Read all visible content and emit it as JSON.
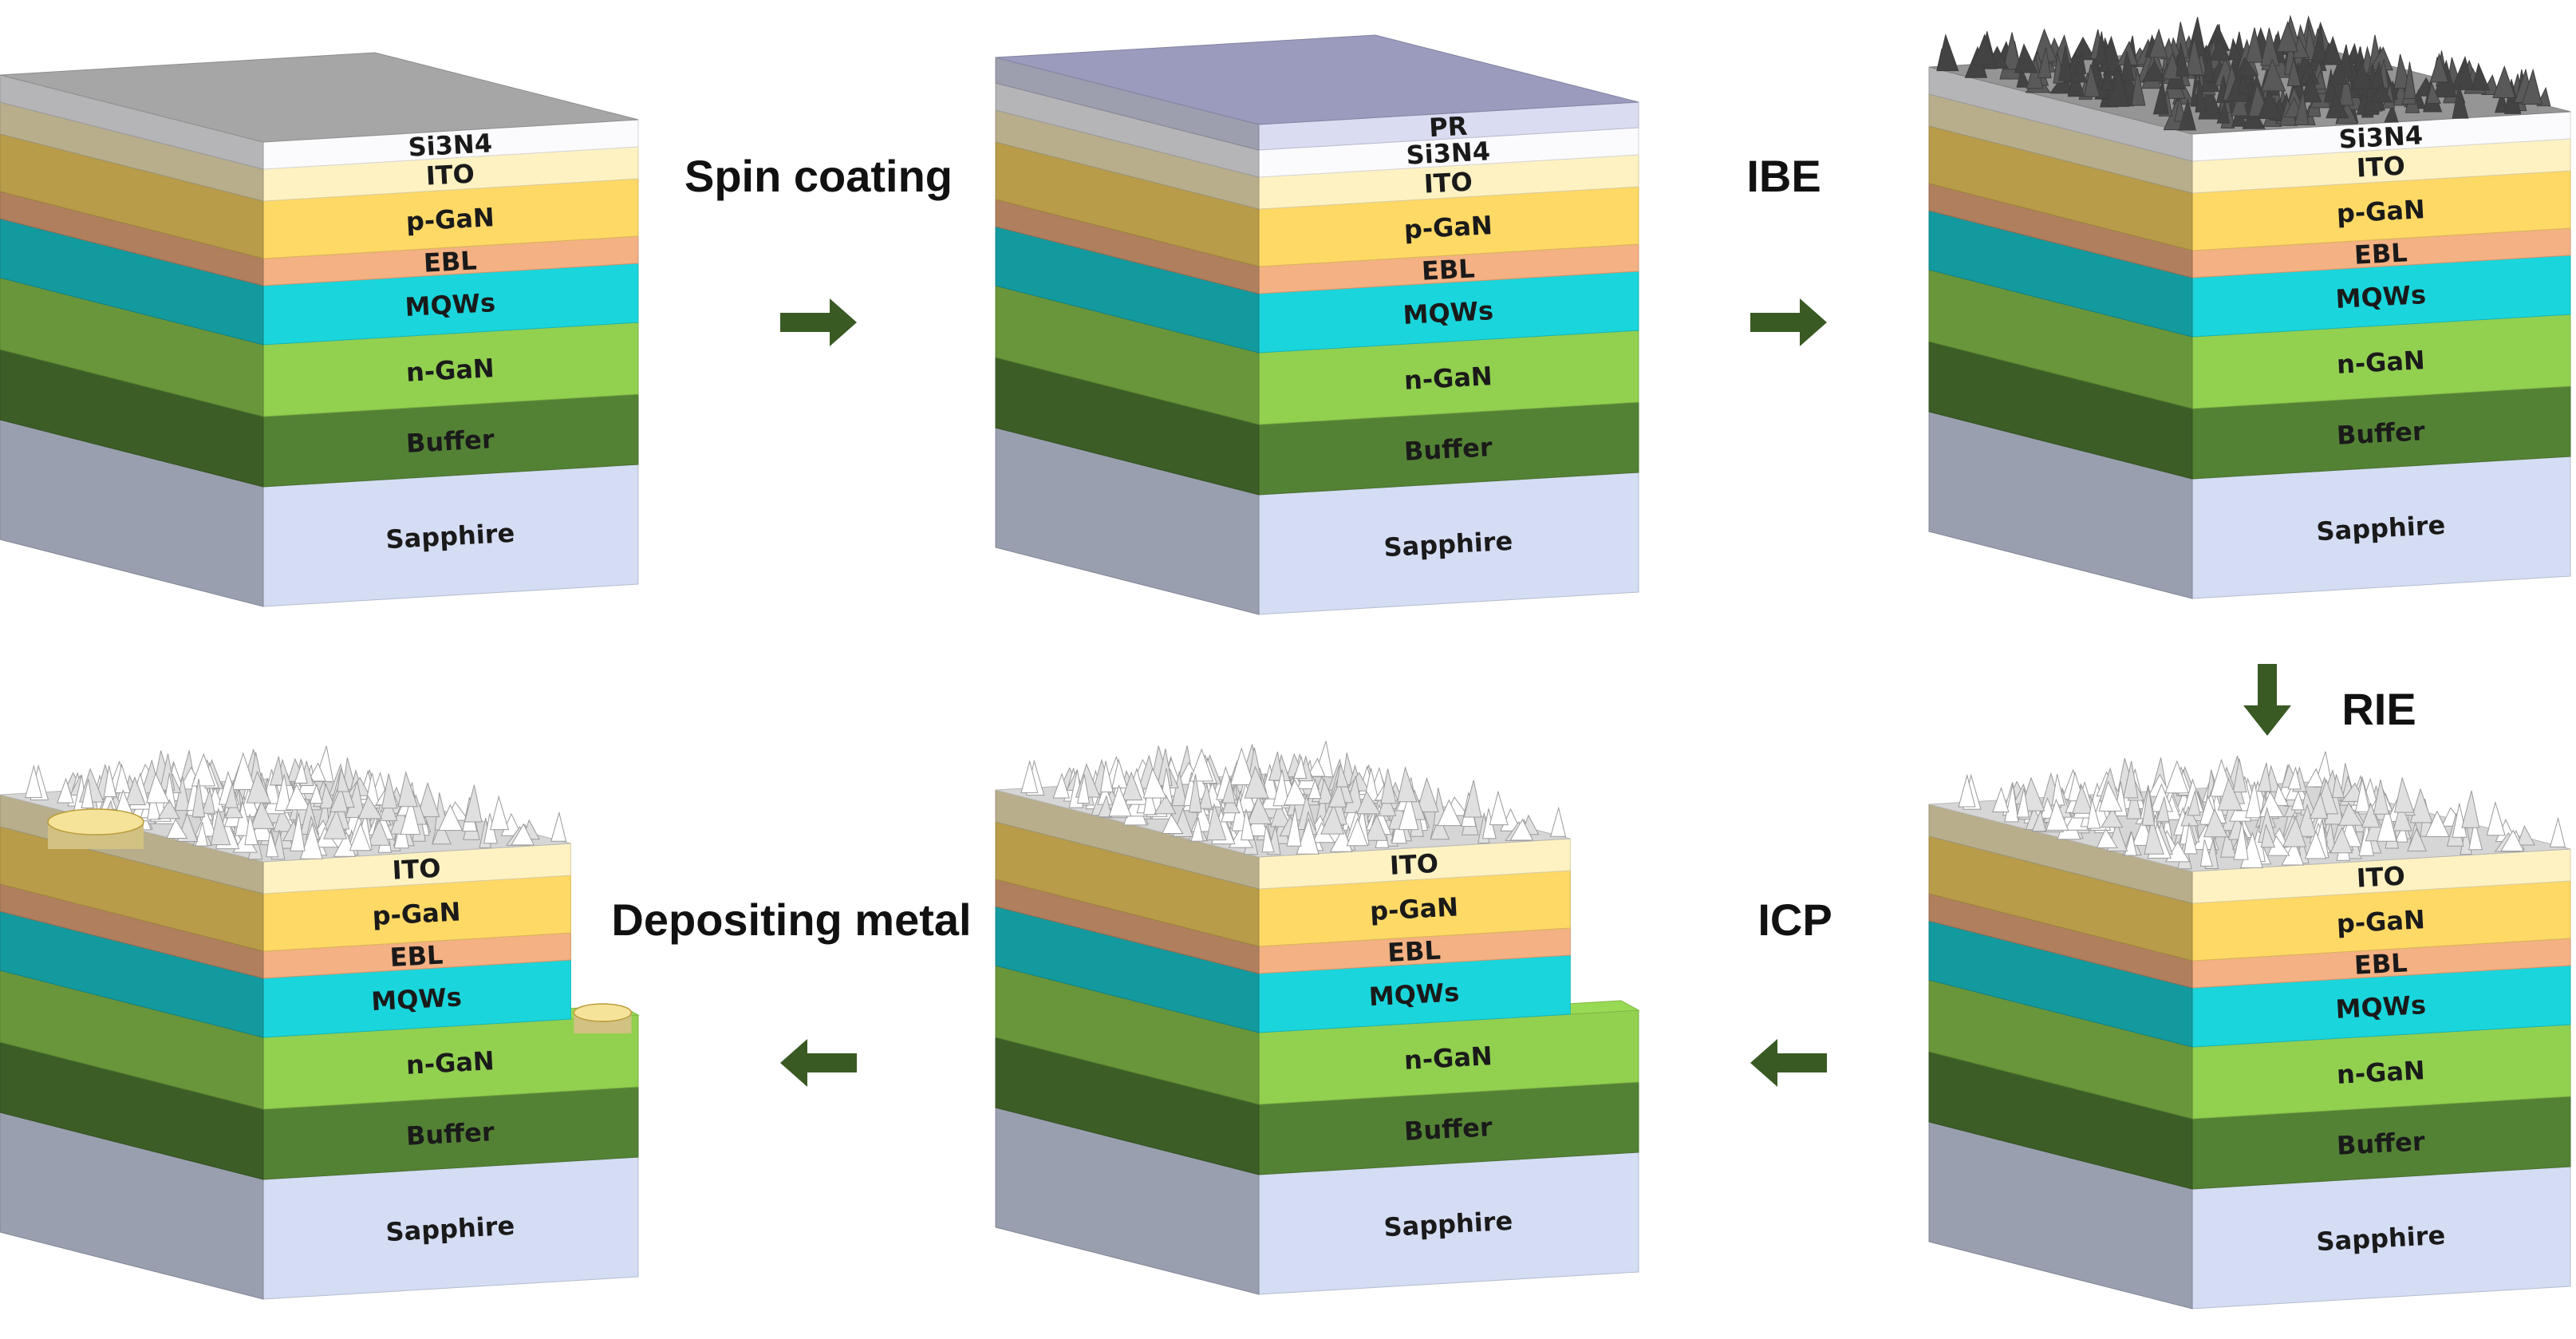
{
  "colors": {
    "Sapphire": "#d4ddf3",
    "Buffer": "#548235",
    "n-GaN": "#92d050",
    "MQWs": "#1ad6dc",
    "EBL": "#f4b183",
    "p-GaN": "#ffd966",
    "ITO": "#fff2c2",
    "Si3N4": "#fbfbfe",
    "PR": "#dadcf2",
    "top_gray": "#a6a6a6",
    "top_pr": "#9a9bbd",
    "spike_dark": "#595959",
    "spike_light": "#e0e0e0",
    "metal": "#f6e39a",
    "arrow": "#3a5a24"
  },
  "layer_labels": {
    "Sapphire": "Sapphire",
    "Buffer": "Buffer",
    "n-GaN": "n-GaN",
    "MQWs": "MQWs",
    "EBL": "EBL",
    "p-GaN": "p-GaN",
    "ITO": "ITO",
    "Si3N4": "Si3N4",
    "PR": "PR"
  },
  "blocks": [
    {
      "name": "block-initial-wafer",
      "layers": [
        "Sapphire",
        "Buffer",
        "n-GaN",
        "MQWs",
        "EBL",
        "p-GaN",
        "ITO",
        "Si3N4"
      ],
      "top": "flat"
    },
    {
      "name": "block-photoresist-coated",
      "layers": [
        "Sapphire",
        "Buffer",
        "n-GaN",
        "MQWs",
        "EBL",
        "p-GaN",
        "ITO",
        "Si3N4",
        "PR"
      ],
      "top": "pr"
    },
    {
      "name": "block-after-ibe",
      "layers": [
        "Sapphire",
        "Buffer",
        "n-GaN",
        "MQWs",
        "EBL",
        "p-GaN",
        "ITO",
        "Si3N4"
      ],
      "top": "dark-spikes"
    },
    {
      "name": "block-after-rie",
      "layers": [
        "Sapphire",
        "Buffer",
        "n-GaN",
        "MQWs",
        "EBL",
        "p-GaN",
        "ITO"
      ],
      "top": "light-spikes"
    },
    {
      "name": "block-after-icp",
      "layers": [
        "Sapphire",
        "Buffer",
        "n-GaN",
        "MQWs",
        "EBL",
        "p-GaN",
        "ITO"
      ],
      "top": "light-spikes-mesa"
    },
    {
      "name": "block-final-device",
      "layers": [
        "Sapphire",
        "Buffer",
        "n-GaN",
        "MQWs",
        "EBL",
        "p-GaN",
        "ITO"
      ],
      "top": "light-spikes-mesa-metal"
    }
  ],
  "steps": {
    "spin_coating": "Spin coating",
    "ibe": "IBE",
    "rie": "RIE",
    "icp": "ICP",
    "depositing_metal": "Depositing metal"
  }
}
